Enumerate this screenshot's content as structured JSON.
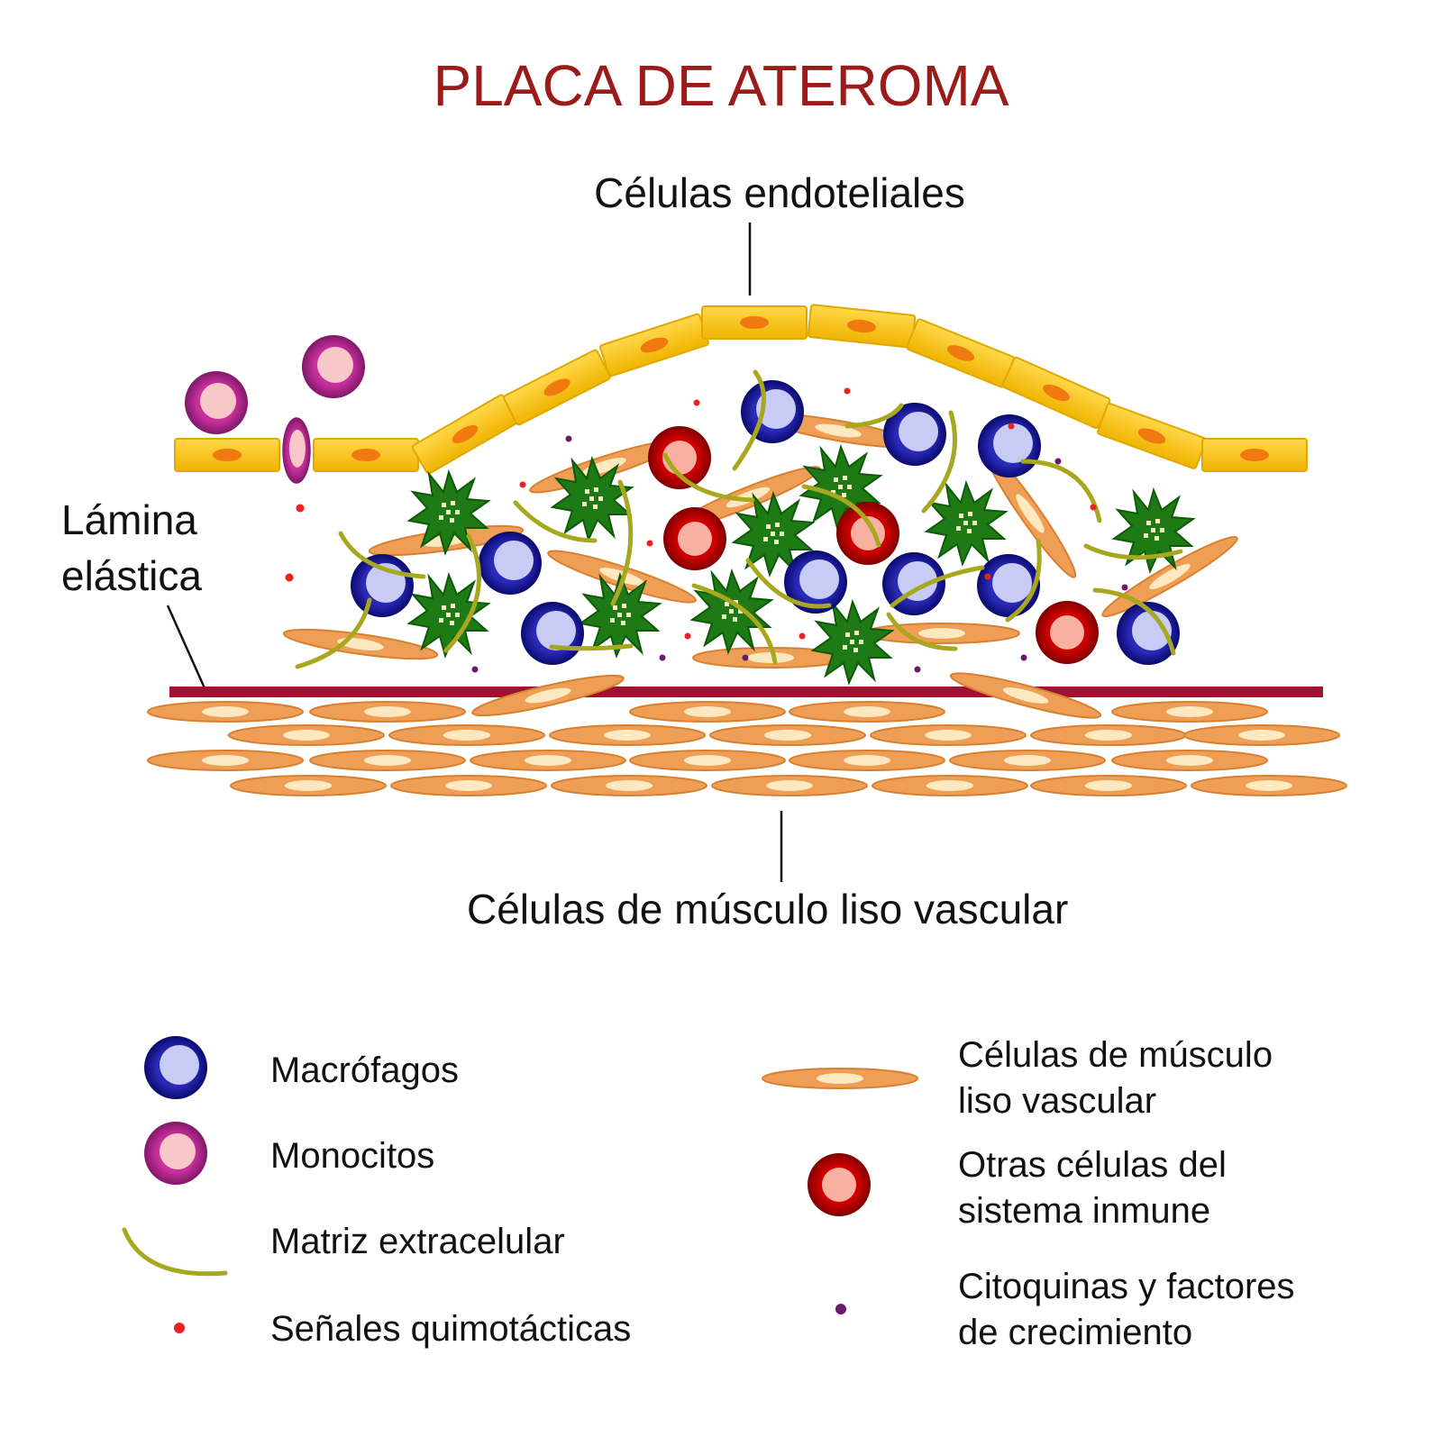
{
  "title": "PLACA DE ATEROMA",
  "labels": {
    "endothelial": "Células endoteliales",
    "lamina_line1": "Lámina",
    "lamina_line2": "elástica",
    "muscle": "Células de músculo liso vascular"
  },
  "legend": {
    "macrophages": "Macrófagos",
    "monocytes": "Monocitos",
    "matrix": "Matriz extracelular",
    "chemotactic": "Señales quimotácticas",
    "smc_line1": "Células de músculo",
    "smc_line2": "liso vascular",
    "immune_line1": "Otras células del",
    "immune_line2": "sistema inmune",
    "cytokines_line1": "Citoquinas y factores",
    "cytokines_line2": "de crecimiento"
  },
  "colors": {
    "title": "#9b1b1b",
    "endothelium": "#f5c400",
    "endothelium_nucleus": "#f07a10",
    "smooth_muscle": "#f0a860",
    "smooth_muscle_nucleus": "#fde8c0",
    "macrophage": "#1a1aa0",
    "macrophage_nucleus": "#c8ccf5",
    "monocyte": "#b0208a",
    "monocyte_nucleus": "#f8c8c8",
    "immune_cell": "#c00000",
    "immune_nucleus": "#f8b0a0",
    "foam_cell": "#1a7a10",
    "matrix": "#a8a820",
    "chemotactic": "#ee2020",
    "cytokine": "#6a1a6a",
    "elastic_lamina": "#a01030"
  }
}
